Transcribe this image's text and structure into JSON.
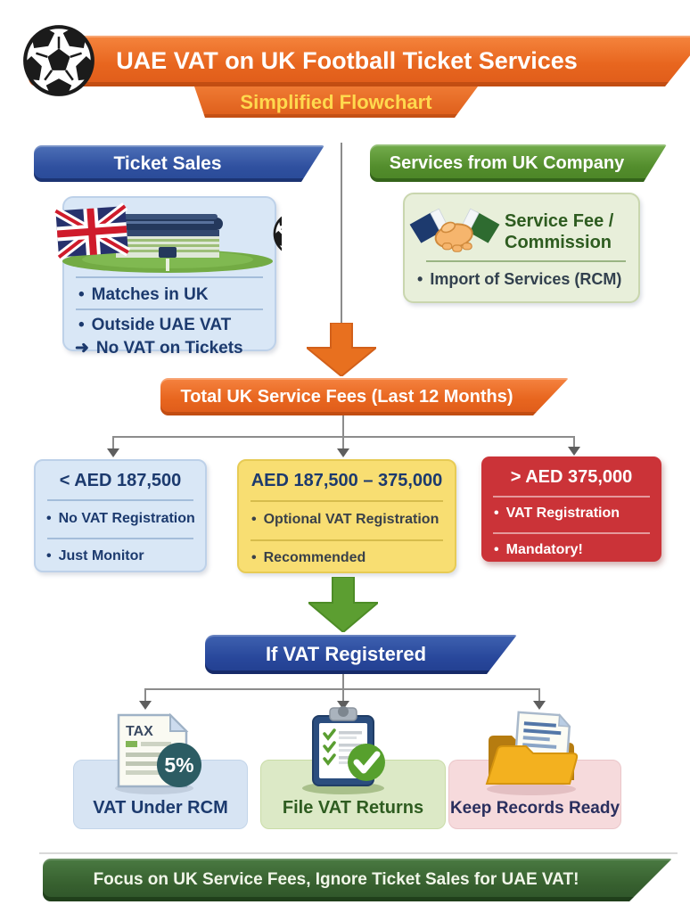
{
  "header": {
    "title": "UAE VAT on UK Football Ticket Services",
    "subtitle": "Simplified Flowchart"
  },
  "glyphs": {
    "bullet": "•",
    "arrow": "➜"
  },
  "ticket_sales": {
    "title": "Ticket Sales",
    "bullet1": "Matches in UK",
    "bullet2": "Outside UAE VAT",
    "note": "No VAT on Tickets"
  },
  "services": {
    "title": "Services from UK Company",
    "fee_line1": "Service Fee /",
    "fee_line2": "Commission",
    "bullet": "Import of Services (RCM)"
  },
  "total_banner": {
    "label": "Total UK Service Fees (Last 12 Months)"
  },
  "thresholds": {
    "low": {
      "title": "< AED 187,500",
      "bullet1": "No VAT Registration",
      "bullet2": "Just Monitor"
    },
    "mid": {
      "title": "AED 187,500 – 375,000",
      "bullet1": "Optional VAT Registration",
      "bullet2": "Recommended"
    },
    "high": {
      "title": "> AED 375,000",
      "bullet1": "VAT Registration",
      "bullet2": "Mandatory!"
    }
  },
  "registered_banner": {
    "label": "If VAT Registered"
  },
  "actions": {
    "rcm": {
      "label": "VAT Under RCM",
      "tax_text": "TAX",
      "rate_badge": "5%"
    },
    "returns": {
      "label": "File VAT Returns"
    },
    "records": {
      "label": "Keep Records Ready"
    }
  },
  "footer": {
    "label": "Focus on UK Service Fees, Ignore Ticket Sales for UAE VAT!"
  },
  "colors": {
    "orange": "#E8661F",
    "blue_banner": "#2F509F",
    "green_banner": "#538D2C",
    "light_blue_box": "#D9E7F6",
    "light_green_box": "#E8EFDA",
    "yellow_box": "#F8DE72",
    "red_box": "#CB3338",
    "footer_green": "#37602F",
    "navy_text": "#1C3A6E",
    "subtitle_yellow": "#FFD94E",
    "teal_badge": "#2C5C63",
    "check_green": "#57A02D"
  }
}
